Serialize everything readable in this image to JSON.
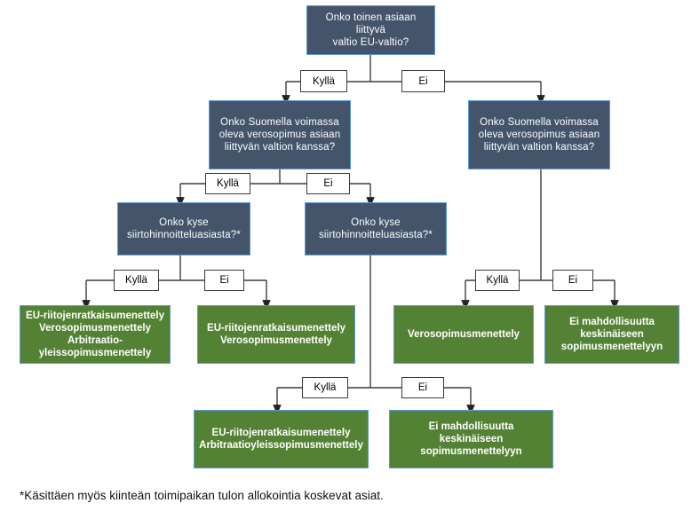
{
  "diagram": {
    "title_text": "",
    "colors": {
      "question_fill": "#44546A",
      "question_border": "#5B9BD5",
      "outcome_fill": "#548235",
      "outcome_border": "#5B9BD5",
      "connector": "#3b3b3b",
      "label_text": "#000000",
      "node_text": "#ffffff",
      "background": "#ffffff"
    },
    "nodes": [
      {
        "id": "q1",
        "kind": "question",
        "text": "Onko toinen asiaan liittyvä\nvaltio EU-valtio?"
      },
      {
        "id": "q2",
        "kind": "question",
        "text": "Onko Suomella voimassa\noleva verosopimus asiaan\nliittyvän valtion kanssa?"
      },
      {
        "id": "q3",
        "kind": "question",
        "text": "Onko Suomella voimassa\noleva verosopimus asiaan\nliittyvän valtion kanssa?"
      },
      {
        "id": "q4",
        "kind": "question",
        "text": "Onko kyse\nsiirtohinnoitteluasiasta?*"
      },
      {
        "id": "q5",
        "kind": "question",
        "text": "Onko kyse\nsiirtohinnoitteluasiasta?*"
      },
      {
        "id": "o1",
        "kind": "outcome",
        "text": "EU-riitojenratkaisumenettely\nVerosopimusmenettely\nArbitraatio-\nyleissopimusmenettely"
      },
      {
        "id": "o2",
        "kind": "outcome",
        "text": "EU-riitojenratkaisumenettely\nVerosopimusmenettely"
      },
      {
        "id": "o3",
        "kind": "outcome",
        "text": "Verosopimusmenettely"
      },
      {
        "id": "o4",
        "kind": "outcome",
        "text": "Ei mahdollisuutta\nkeskinäiseen\nsopimusmenettelyyn"
      },
      {
        "id": "o5",
        "kind": "outcome",
        "text": "EU-riitojenratkaisumenettely\nArbitraatioyleissopimusmenettely"
      },
      {
        "id": "o6",
        "kind": "outcome",
        "text": "Ei mahdollisuutta\nkeskinäiseen\nsopimusmenettelyyn"
      }
    ],
    "edge_labels": [
      {
        "id": "l1",
        "text": "Kyllä"
      },
      {
        "id": "l2",
        "text": "Ei"
      },
      {
        "id": "l3",
        "text": "Kyllä"
      },
      {
        "id": "l4",
        "text": "Ei"
      },
      {
        "id": "l5",
        "text": "Kyllä"
      },
      {
        "id": "l6",
        "text": "Ei"
      },
      {
        "id": "l7",
        "text": "Kyllä"
      },
      {
        "id": "l8",
        "text": "Ei"
      },
      {
        "id": "l9",
        "text": "Kyllä"
      },
      {
        "id": "l10",
        "text": "Ei"
      }
    ],
    "footnote": "*Käsittäen myös kiinteän toimipaikan tulon allokointia koskevat asiat."
  }
}
